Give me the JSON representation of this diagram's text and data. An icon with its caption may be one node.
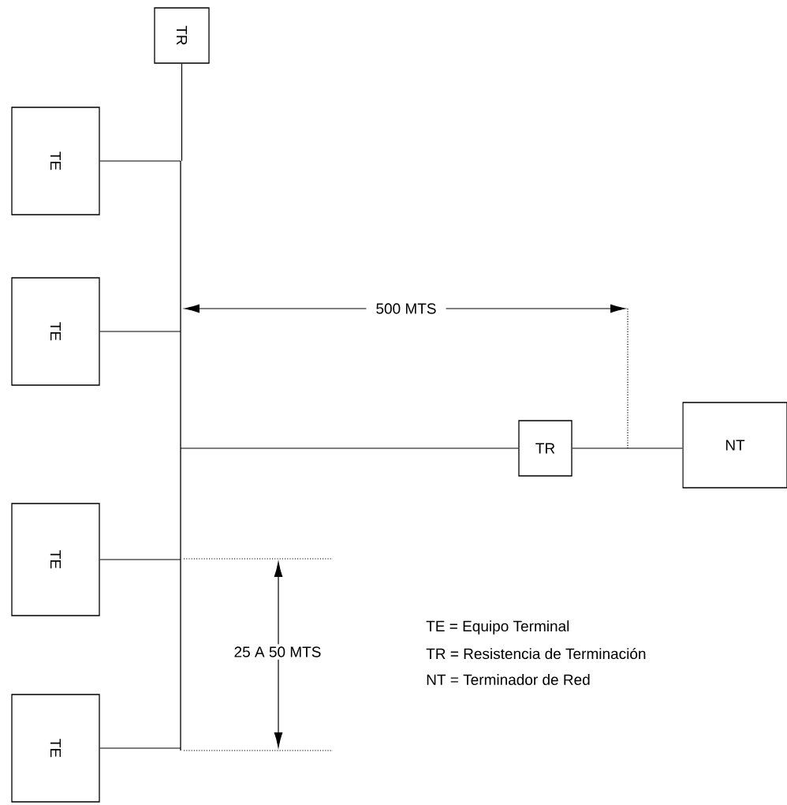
{
  "diagram": {
    "nodes": [
      {
        "text": [
          "TR"
        ]
      },
      {
        "text": [
          "TE"
        ]
      },
      {
        "text": [
          "TE"
        ]
      },
      {
        "text": [
          "TE"
        ]
      },
      {
        "text": [
          "TE"
        ]
      },
      {
        "text": [
          "TR"
        ]
      },
      {
        "text": [
          "NT"
        ]
      },
      {
        "text": [],
        "shape": "bar"
      }
    ],
    "edges": [
      {
        "from": 0,
        "to": 7,
        "arrow": "none"
      },
      {
        "from": 1,
        "to": 7,
        "arrow": "none"
      },
      {
        "from": 2,
        "to": 7,
        "arrow": "none"
      },
      {
        "from": 3,
        "to": 7,
        "arrow": "none"
      },
      {
        "from": 4,
        "to": 7,
        "arrow": "none"
      },
      {
        "from": 7,
        "to": 5,
        "arrow": "none"
      },
      {
        "from": 5,
        "to": 6,
        "arrow": "none"
      }
    ],
    "labels": [
      "500 MTS",
      "25 A 50 MTS",
      "TE = Equipo Terminal",
      "TR = Resistencia de Terminación",
      "NT = Terminador de Red"
    ]
  }
}
